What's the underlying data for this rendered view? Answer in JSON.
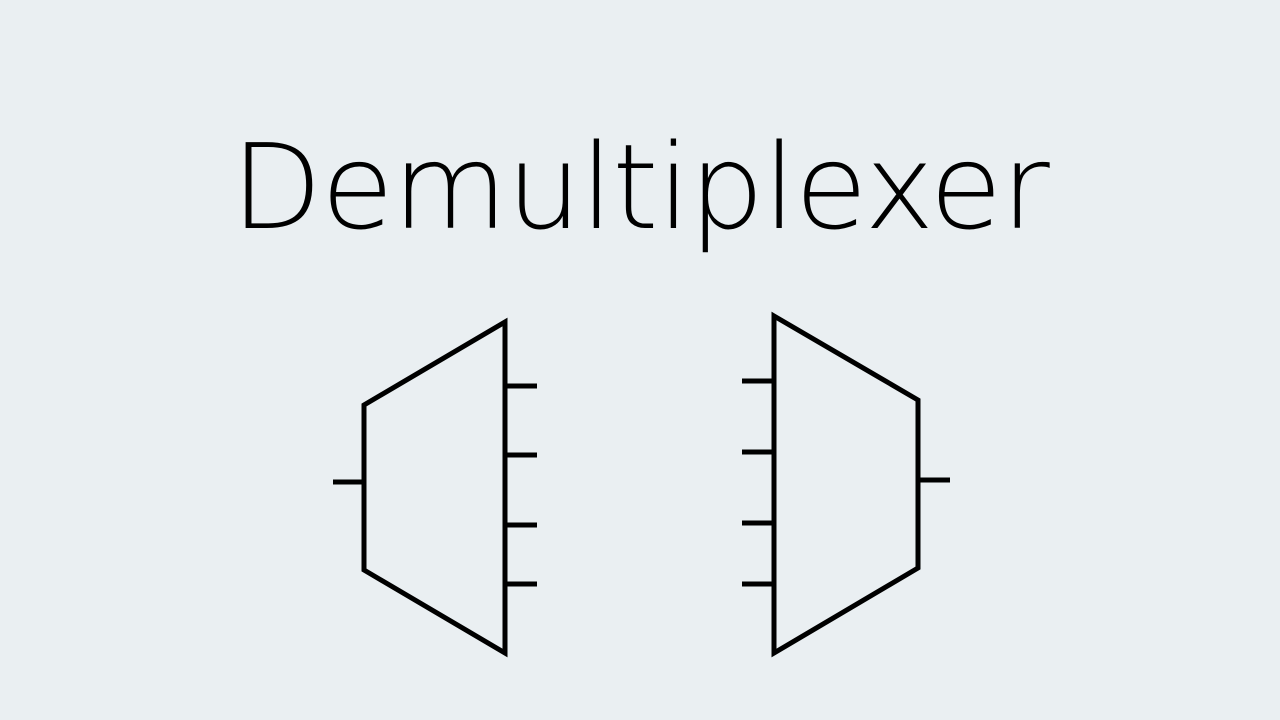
{
  "title": "Demultiplexer",
  "colors": {
    "background": "#eaeff2",
    "stroke": "#000000"
  },
  "symbols": [
    {
      "name": "demultiplexer-symbol",
      "inputs": 1,
      "outputs": 4
    },
    {
      "name": "multiplexer-symbol",
      "inputs": 4,
      "outputs": 1
    }
  ]
}
